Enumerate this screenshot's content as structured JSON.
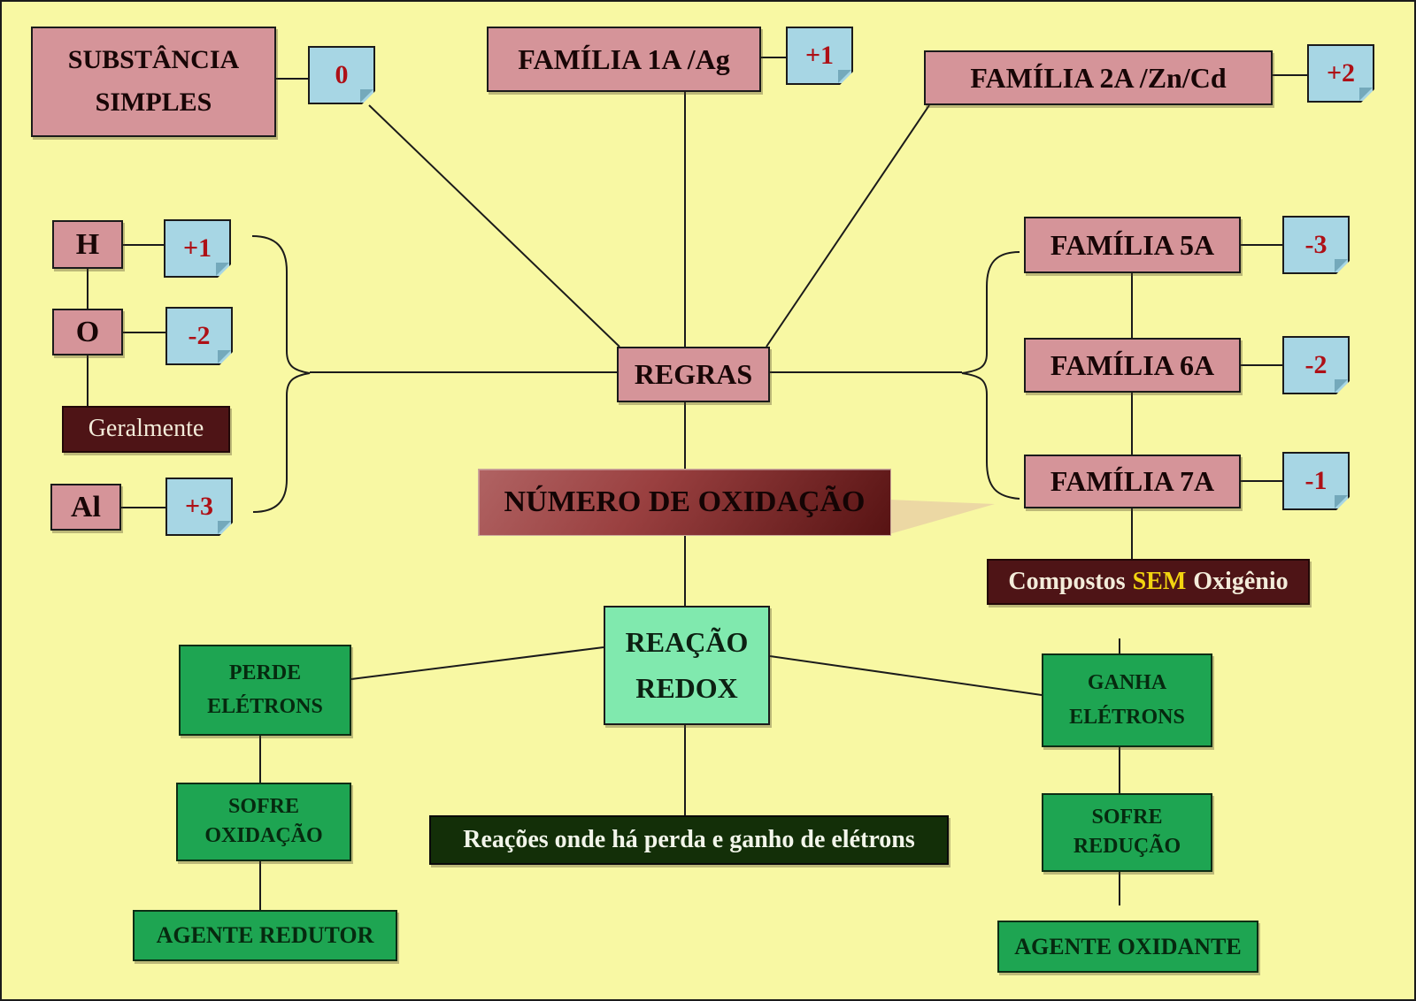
{
  "nodes": {
    "substancia": {
      "line1": "SUBSTÂNCIA",
      "line2": "SIMPLES",
      "nox": "0"
    },
    "familia_1a": {
      "label": "FAMÍLIA 1A /Ag",
      "nox": "+1"
    },
    "familia_2a": {
      "label": "FAMÍLIA 2A /Zn/Cd",
      "nox": "+2"
    },
    "hidrogenio": {
      "label": "H",
      "nox": "+1"
    },
    "oxigenio": {
      "label": "O",
      "nox": "-2"
    },
    "geralmente": {
      "label": "Geralmente"
    },
    "aluminio": {
      "label": "Al",
      "nox": "+3"
    },
    "regras": {
      "label": "REGRAS"
    },
    "numero_oxidacao": {
      "label": "NÚMERO DE OXIDAÇÃO"
    },
    "familia_5a": {
      "label": "FAMÍLIA 5A",
      "nox": "-3"
    },
    "familia_6a": {
      "label": "FAMÍLIA 6A",
      "nox": "-2"
    },
    "familia_7a": {
      "label": "FAMÍLIA 7A",
      "nox": "-1"
    },
    "compostos_sem_oxigenio": {
      "part1": "Compostos",
      "highlight": "SEM",
      "part2": "Oxigênio"
    },
    "reacao_redox": {
      "line1": "REAÇÃO",
      "line2": "REDOX"
    },
    "perde_eletrons": {
      "line1": "PERDE",
      "line2": "ELÉTRONS"
    },
    "sofre_oxidacao": {
      "line1": "SOFRE",
      "line2": "OXIDAÇÃO"
    },
    "agente_redutor": {
      "label": "AGENTE REDUTOR"
    },
    "ganha_eletrons": {
      "line1": "GANHA",
      "line2": "ELÉTRONS"
    },
    "sofre_reducao": {
      "line1": "SOFRE",
      "line2": "REDUÇÃO"
    },
    "agente_oxidante": {
      "label": "AGENTE OXIDANTE"
    },
    "legenda": {
      "label": "Reações onde há perda e ganho de elétrons"
    }
  },
  "colors": {
    "background": "#f8f8a3",
    "pink_box": "#d59499",
    "note_blue": "#a7d6e4",
    "note_value_red": "#ae1016",
    "maroon_box": "#4e1416",
    "highlight_yellow": "#f2d410",
    "gradient_red_light": "#b06363",
    "gradient_red_dark": "#571313",
    "mint_green": "#80e9ae",
    "green_box": "#1ea552",
    "dark_green_box": "#132f08",
    "line_black": "#1b1b1b",
    "shadow_tan": "#ecd8a4"
  }
}
